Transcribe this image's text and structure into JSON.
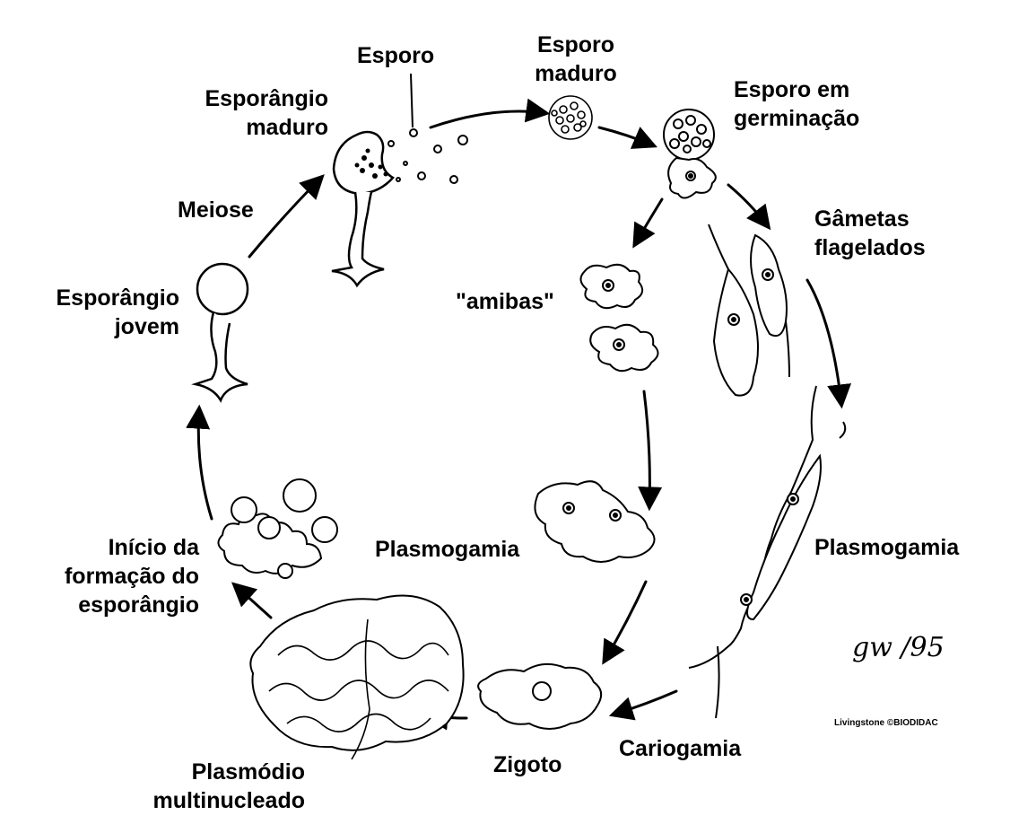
{
  "labels": {
    "esporo": "Esporo",
    "esporo_maduro": [
      "Esporo",
      "maduro"
    ],
    "esporo_germinacao": [
      "Esporo em",
      "germinação"
    ],
    "esporangio_maduro": [
      "Esporângio",
      "maduro"
    ],
    "meiose": "Meiose",
    "gametas_flagelados": [
      "Gâmetas",
      "flagelados"
    ],
    "amibas": "\"amibas\"",
    "esporangio_jovem": [
      "Esporângio",
      "jovem"
    ],
    "plasmogamia_center": "Plasmogamia",
    "plasmogamia_right": "Plasmogamia",
    "inicio": [
      "Início da",
      "formação do",
      "esporângio"
    ],
    "cariogamia": "Cariogamia",
    "zigoto": "Zigoto",
    "plasmodio": [
      "Plasmódio",
      "multinucleado"
    ]
  },
  "signature": "gw /95",
  "credit": "Livingstone ©BIODIDAC"
}
